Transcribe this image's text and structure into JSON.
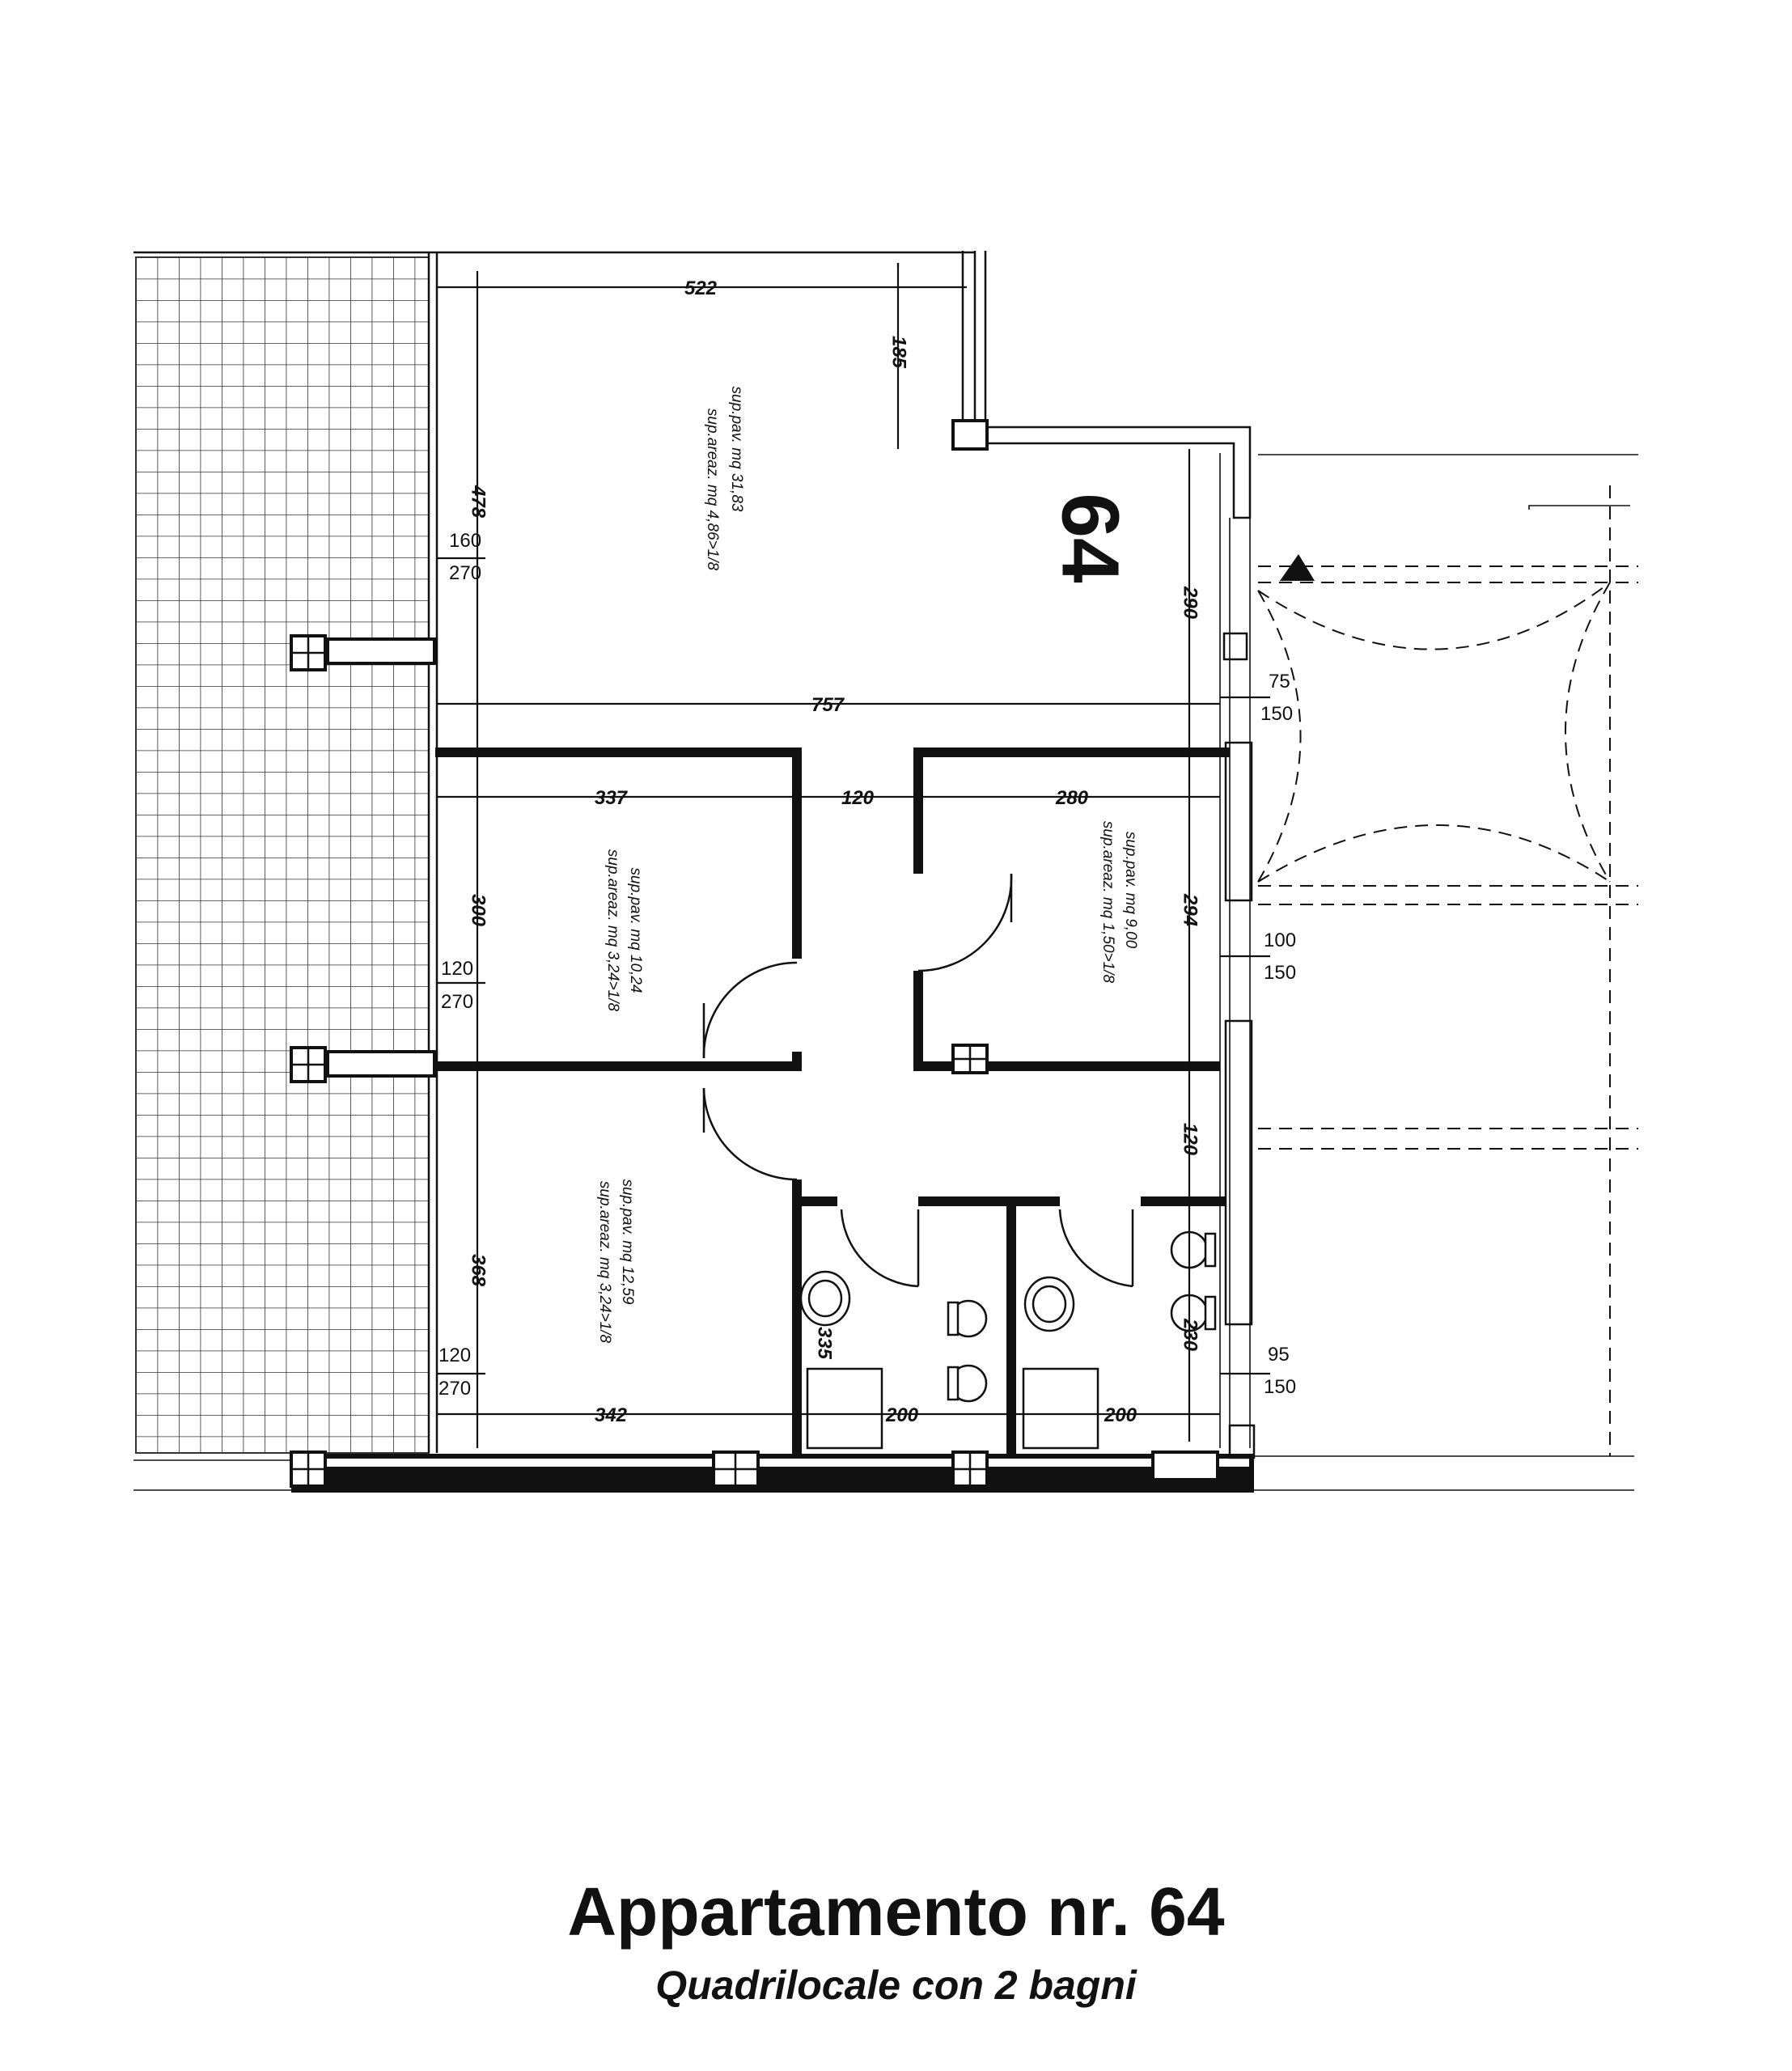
{
  "unit_number": "64",
  "caption": {
    "title": "Appartamento nr. 64",
    "subtitle": "Quadrilocale con 2 bagni"
  },
  "dimensions": {
    "living_width": "522",
    "living_depth": "478",
    "recess_depth": "185",
    "entry_depth": "290",
    "total_width": "757",
    "bedroom1_width": "337",
    "hall_width": "120",
    "bedroom3_width": "280",
    "bedroom1_depth": "300",
    "bedroom3_depth": "294",
    "hall_depth": "120",
    "bedroom2_depth": "368",
    "bedroom2_width": "342",
    "bath1_width": "200",
    "bath2_width": "200",
    "bath1_depth": "335",
    "bath2_depth": "230"
  },
  "openings": {
    "living_window": {
      "w": "160",
      "h": "270"
    },
    "bedroom1_window": {
      "w": "120",
      "h": "270"
    },
    "bedroom2_window": {
      "w": "120",
      "h": "270"
    },
    "entry_door": {
      "w": "75",
      "h": "150"
    },
    "bedroom3_window": {
      "w": "100",
      "h": "150"
    },
    "bath_window": {
      "w": "95",
      "h": "150"
    }
  },
  "rooms": {
    "living": {
      "floor": "sup.pav.  mq  31,83",
      "air": "sup.areaz.  mq  4,86>1/8"
    },
    "bedroom1": {
      "floor": "sup.pav.  mq  10,24",
      "air": "sup.areaz.  mq  3,24>1/8"
    },
    "bedroom2": {
      "floor": "sup.pav.  mq  12,59",
      "air": "sup.areaz.  mq  3,24>1/8"
    },
    "bedroom3": {
      "floor": "sup.pav.  mq  9,00",
      "air": "sup.areaz.  mq  1,50>1/8"
    }
  }
}
